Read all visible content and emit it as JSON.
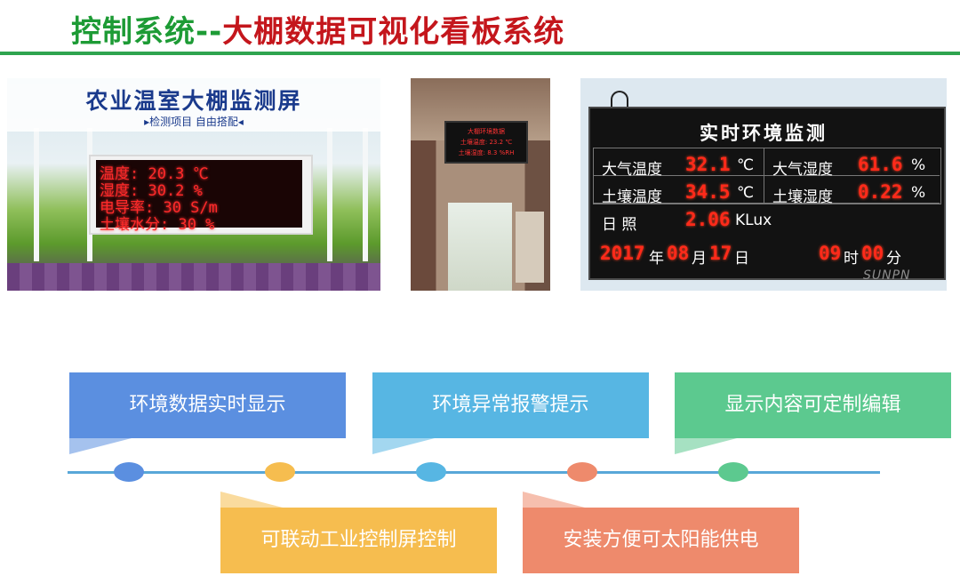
{
  "header": {
    "title_part1": "控制系统--",
    "title_part2": "大棚数据可视化看板系统"
  },
  "photo_greenhouse": {
    "banner_title": "农业温室大棚监测屏",
    "banner_subtitle": "▸检测项目 自由搭配◂",
    "led_lines": [
      "温度: 20.3 ℃",
      "湿度: 30.2 %",
      "电导率: 30  S/m",
      "土壤水分: 30 %"
    ]
  },
  "photo_corridor": {
    "led_lines": [
      "大棚环境数据",
      "土壤温度: 23.2 ℃",
      "土壤湿度: 8.3 %RH"
    ]
  },
  "photo_board": {
    "title": "实时环境监测",
    "air_temp_label": "大气温度",
    "air_temp_value": "32.1",
    "air_temp_unit": "℃",
    "air_hum_label": "大气湿度",
    "air_hum_value": "61.6",
    "air_hum_unit": "%",
    "soil_temp_label": "土壤温度",
    "soil_temp_value": "34.5",
    "soil_temp_unit": "℃",
    "soil_hum_label": "土壤湿度",
    "soil_hum_value": "0.22",
    "soil_hum_unit": "%",
    "light_label": "日  照",
    "light_value": "2.06",
    "light_unit": "KLux",
    "year": "2017",
    "year_unit": "年",
    "month": "08",
    "month_unit": "月",
    "day": "17",
    "day_unit": "日",
    "hour": "09",
    "hour_unit": "时",
    "minute": "00",
    "minute_unit": "分",
    "watermark": "SUNPN"
  },
  "features": [
    {
      "label": "环境数据实时显示",
      "color": "#5b8fe0"
    },
    {
      "label": "环境异常报警提示",
      "color": "#57b6e3"
    },
    {
      "label": "显示内容可定制编辑",
      "color": "#5cc98f"
    },
    {
      "label": "可联动工业控制屏控制",
      "color": "#f6bd4f"
    },
    {
      "label": "安装方便可太阳能供电",
      "color": "#ee8a6c"
    }
  ],
  "timeline": {
    "dot_colors": [
      "#5b8fe0",
      "#f6bd4f",
      "#57b6e3",
      "#ee8a6c",
      "#5cc98f"
    ]
  }
}
